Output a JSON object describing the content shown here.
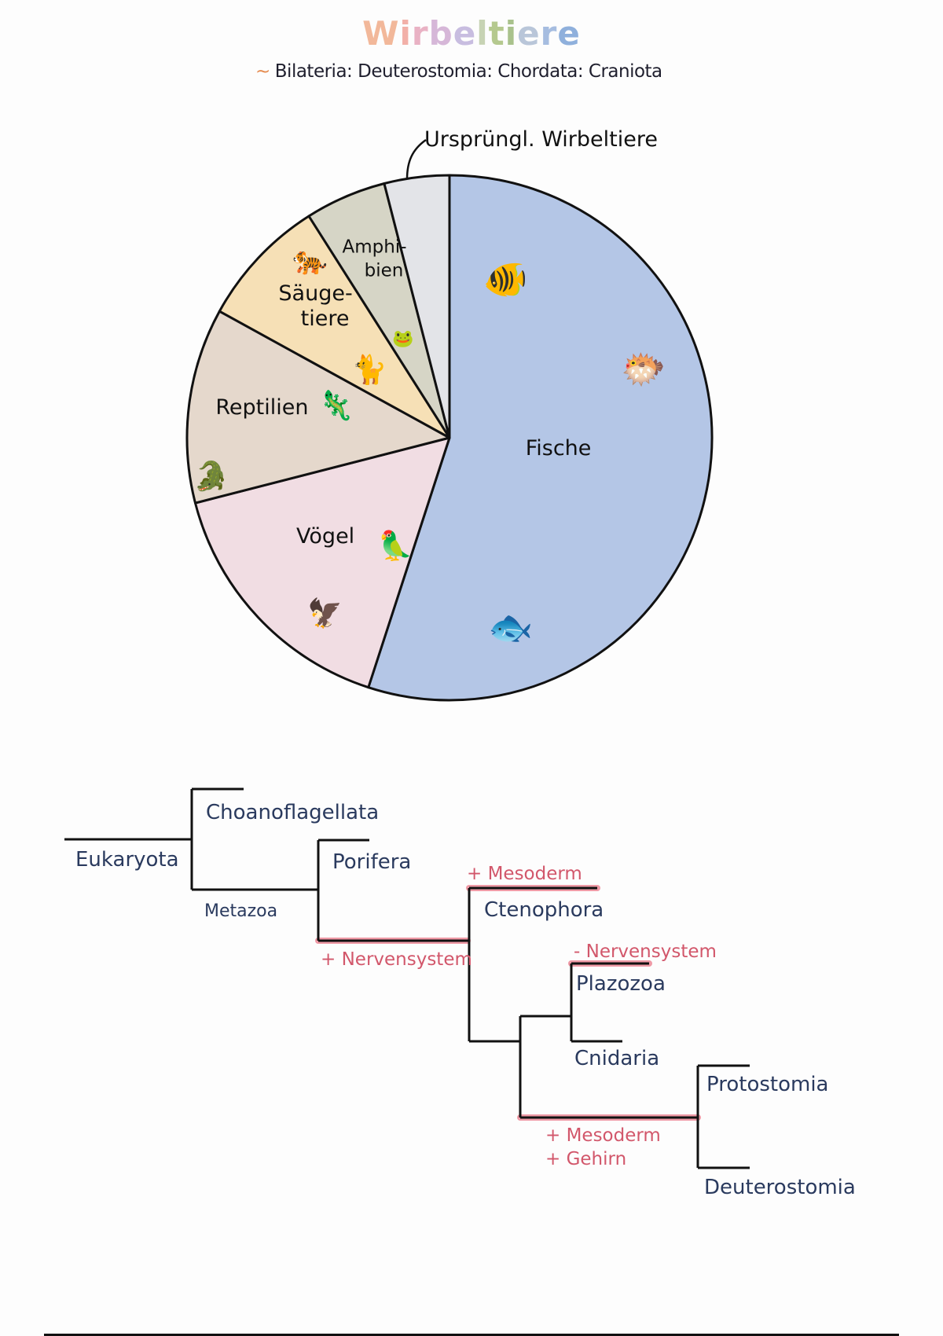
{
  "header": {
    "title": "Wirbeltiere",
    "title_colors": [
      "#f2b89a",
      "#f2b0a8",
      "#e9b2c4",
      "#d6b7d8",
      "#c8bde0",
      "#c7d3b4",
      "#b5c98f",
      "#a9c28c",
      "#b9c6d9",
      "#a6bde0",
      "#8fb0dc"
    ],
    "subtitle_prefix": "~",
    "subtitle": "Bilateria: Deuterostomia: Chordata: Craniota"
  },
  "chart_data": {
    "type": "pie",
    "title": "Wirbeltiere",
    "start": "top",
    "direction": "clockwise",
    "slices": [
      {
        "name": "Fische",
        "label": "Fische",
        "value": 55,
        "color": "#b4c6e6",
        "emojis": [
          "🐠",
          "🐡",
          "🐟"
        ]
      },
      {
        "name": "Vögel",
        "label": "Vögel",
        "value": 16,
        "color": "#f1dde3",
        "emojis": [
          "🦜",
          "🦅"
        ]
      },
      {
        "name": "Reptilien",
        "label": "Reptilien",
        "value": 12,
        "color": "#e5d8cc",
        "emojis": [
          "🦎",
          "🐊"
        ]
      },
      {
        "name": "Säugetiere",
        "label": "Säuge-\ntiere",
        "value": 8,
        "color": "#f6e0b6",
        "emojis": [
          "🐅",
          "🐈"
        ]
      },
      {
        "name": "Amphibien",
        "label": "Amphi-\nbien",
        "value": 5,
        "color": "#d6d5c6",
        "emojis": [
          "🐸"
        ]
      },
      {
        "name": "Ursprüngl. Wirbeltiere",
        "label": "",
        "value": 4,
        "color": "#e3e4e8",
        "emojis": []
      }
    ],
    "annotations": [
      {
        "text": "Ursprüngl. Wirbeltiere",
        "points_to": "Ursprüngl. Wirbeltiere"
      }
    ]
  },
  "cladogram": {
    "line_color": "#111111",
    "label_color": "#2a3a5e",
    "trait_color": "#d2576b",
    "taxa": {
      "eukaryota": "Eukaryota",
      "choanoflagellata": "Choanoflagellata",
      "metazoa": "Metazoa",
      "porifera": "Porifera",
      "ctenophora": "Ctenophora",
      "plazozoa": "Plazozoa",
      "cnidaria": "Cnidaria",
      "protostomia": "Protostomia",
      "deuterostomia": "Deuterostomia"
    },
    "traits": {
      "nervensystem_plus": "+ Nervensystem",
      "mesoderm_plus_1": "+ Mesoderm",
      "nervensystem_minus": "- Nervensystem",
      "mesoderm_plus_2": "+ Mesoderm",
      "gehirn_plus": "+ Gehirn"
    }
  }
}
